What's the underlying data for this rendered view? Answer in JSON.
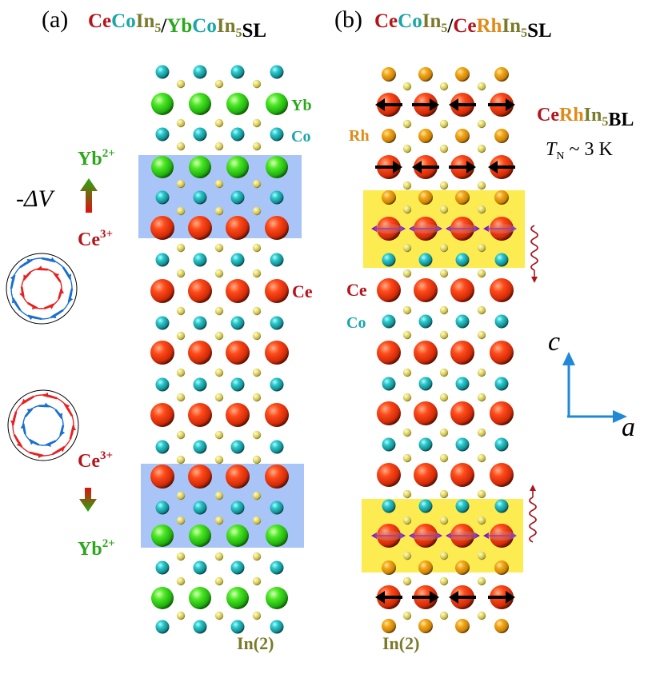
{
  "colors": {
    "ce": "#b5131a",
    "co": "#1aa6a9",
    "yb": "#2aa81a",
    "rh": "#e08a1a",
    "in": "#7a7a2a",
    "band_blue": "#a9c4f6",
    "band_yellow": "#fcec52",
    "arrow_blue": "#2088d8",
    "black": "#000000",
    "purple": "#7a16c8",
    "spin_red": "#e82020",
    "spin_blue": "#1a6ed0"
  },
  "panel_a": {
    "label": "(a)",
    "title": [
      {
        "text": "Ce",
        "color": "ce"
      },
      {
        "text": "Co",
        "color": "co"
      },
      {
        "text": "In",
        "color": "in"
      },
      {
        "text": "5",
        "color": "in",
        "sub": true
      },
      {
        "text": "/",
        "color": "black"
      },
      {
        "text": "Yb",
        "color": "yb"
      },
      {
        "text": "Co",
        "color": "co"
      },
      {
        "text": "In",
        "color": "in"
      },
      {
        "text": "5",
        "color": "in",
        "sub": true
      },
      {
        "text": "SL",
        "color": "black"
      }
    ],
    "label_yb": "Yb",
    "label_co": "Co",
    "label_ce": "Ce",
    "label_in2": "In(2)",
    "delta_v": "-ΔV",
    "ion_yb_top": {
      "base": "Yb",
      "sup": "2+"
    },
    "ion_ce_top": {
      "base": "Ce",
      "sup": "3+"
    },
    "ion_ce_bottom": {
      "base": "Ce",
      "sup": "3+"
    },
    "ion_yb_bottom": {
      "base": "Yb",
      "sup": "2+"
    }
  },
  "panel_b": {
    "label": "(b)",
    "title": [
      {
        "text": "Ce",
        "color": "ce"
      },
      {
        "text": "Co",
        "color": "co"
      },
      {
        "text": "In",
        "color": "in"
      },
      {
        "text": "5",
        "color": "in",
        "sub": true
      },
      {
        "text": "/",
        "color": "black"
      },
      {
        "text": "Ce",
        "color": "ce"
      },
      {
        "text": "Rh",
        "color": "rh"
      },
      {
        "text": "In",
        "color": "in"
      },
      {
        "text": "5",
        "color": "in",
        "sub": true
      },
      {
        "text": "SL",
        "color": "black"
      }
    ],
    "label_rh": "Rh",
    "label_ce": "Ce",
    "label_co": "Co",
    "label_in2": "In(2)",
    "bl_title": [
      {
        "text": "Ce",
        "color": "ce"
      },
      {
        "text": "Rh",
        "color": "rh"
      },
      {
        "text": "In",
        "color": "in"
      },
      {
        "text": "5",
        "color": "in",
        "sub": true
      },
      {
        "text": "BL",
        "color": "black"
      }
    ],
    "tn": {
      "T": "T",
      "sub": "N",
      "rest": " ~ 3 K"
    }
  },
  "axes": {
    "c": "c",
    "a": "a"
  }
}
